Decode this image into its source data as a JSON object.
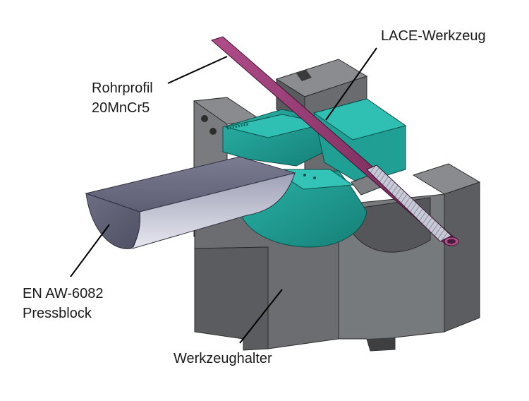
{
  "labels": {
    "lace_tool": "LACE-Werkzeug",
    "tube_line1": "Rohrprofil",
    "tube_line2": "20MnCr5",
    "block_line1": "EN AW-6082",
    "block_line2": "Pressblock",
    "holder": "Werkzeughalter"
  },
  "colors": {
    "holder_gray": "#6f7072",
    "teal_tool": "#1f9a90",
    "block_purple_gray": "#6e6f86",
    "tube_magenta": "#8a2f6a",
    "background": "#ffffff"
  }
}
